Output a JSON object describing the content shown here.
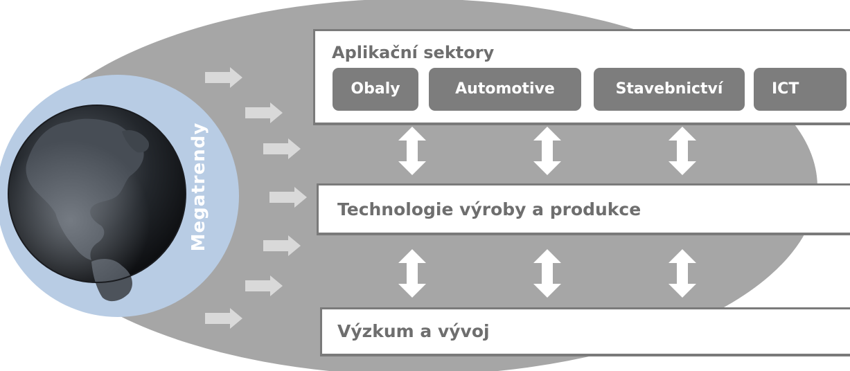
{
  "diagram": {
    "megatrend_label": "Megatrendy",
    "sectors_title": "Aplikační sektory",
    "sectors": [
      "Obaly",
      "Automotive",
      "Stavebnictví",
      "ICT"
    ],
    "technology_label": "Technologie výroby a produkce",
    "research_label": "Výzkum a vývoj"
  },
  "colors": {
    "ellipse": "#a6a6a6",
    "globe_halo": "#b8cce4",
    "panel_border": "#7a7a7a",
    "chip": "#7d7d7d",
    "arrow_light": "#d9d9d9",
    "arrow_white": "#ffffff",
    "title_text": "#6e6e6e"
  },
  "icons": {
    "globe": "globe-icon",
    "inflow_arrow": "right-arrow-icon",
    "link_arrow": "double-vertical-arrow-icon"
  }
}
